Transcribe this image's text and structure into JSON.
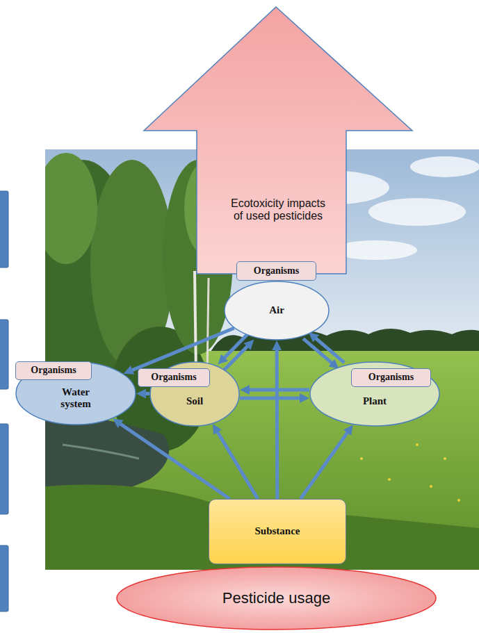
{
  "diagram": {
    "nodes": [
      {
        "text": [
          "Ecotoxicity impacts of used pesticides"
        ]
      },
      {
        "text": [
          "Organisms"
        ]
      },
      {
        "text": [
          "Air"
        ]
      },
      {
        "text": [
          "Organisms"
        ]
      },
      {
        "text": [
          "Water system"
        ]
      },
      {
        "text": [
          "Organisms"
        ]
      },
      {
        "text": [
          "Soil"
        ]
      },
      {
        "text": [
          "Organisms"
        ]
      },
      {
        "text": [
          "Plant"
        ]
      },
      {
        "text": [
          "Substance"
        ]
      },
      {
        "text": [
          "Pesticide usage"
        ]
      }
    ],
    "edges": [
      {
        "from": 9,
        "to": 4,
        "arrow": "to"
      },
      {
        "from": 9,
        "to": 6,
        "arrow": "to"
      },
      {
        "from": 9,
        "to": 2,
        "arrow": "to"
      },
      {
        "from": 9,
        "to": 8,
        "arrow": "to"
      },
      {
        "from": 2,
        "to": 4,
        "arrow": "to"
      },
      {
        "from": 6,
        "to": 4,
        "arrow": "to"
      },
      {
        "from": 6,
        "to": 2,
        "arrow": "to"
      },
      {
        "from": 2,
        "to": 6,
        "arrow": "to"
      },
      {
        "from": 8,
        "to": 2,
        "arrow": "to"
      },
      {
        "from": 2,
        "to": 8,
        "arrow": "to"
      },
      {
        "from": 8,
        "to": 6,
        "arrow": "to"
      },
      {
        "from": 6,
        "to": 8,
        "arrow": "to"
      }
    ]
  }
}
